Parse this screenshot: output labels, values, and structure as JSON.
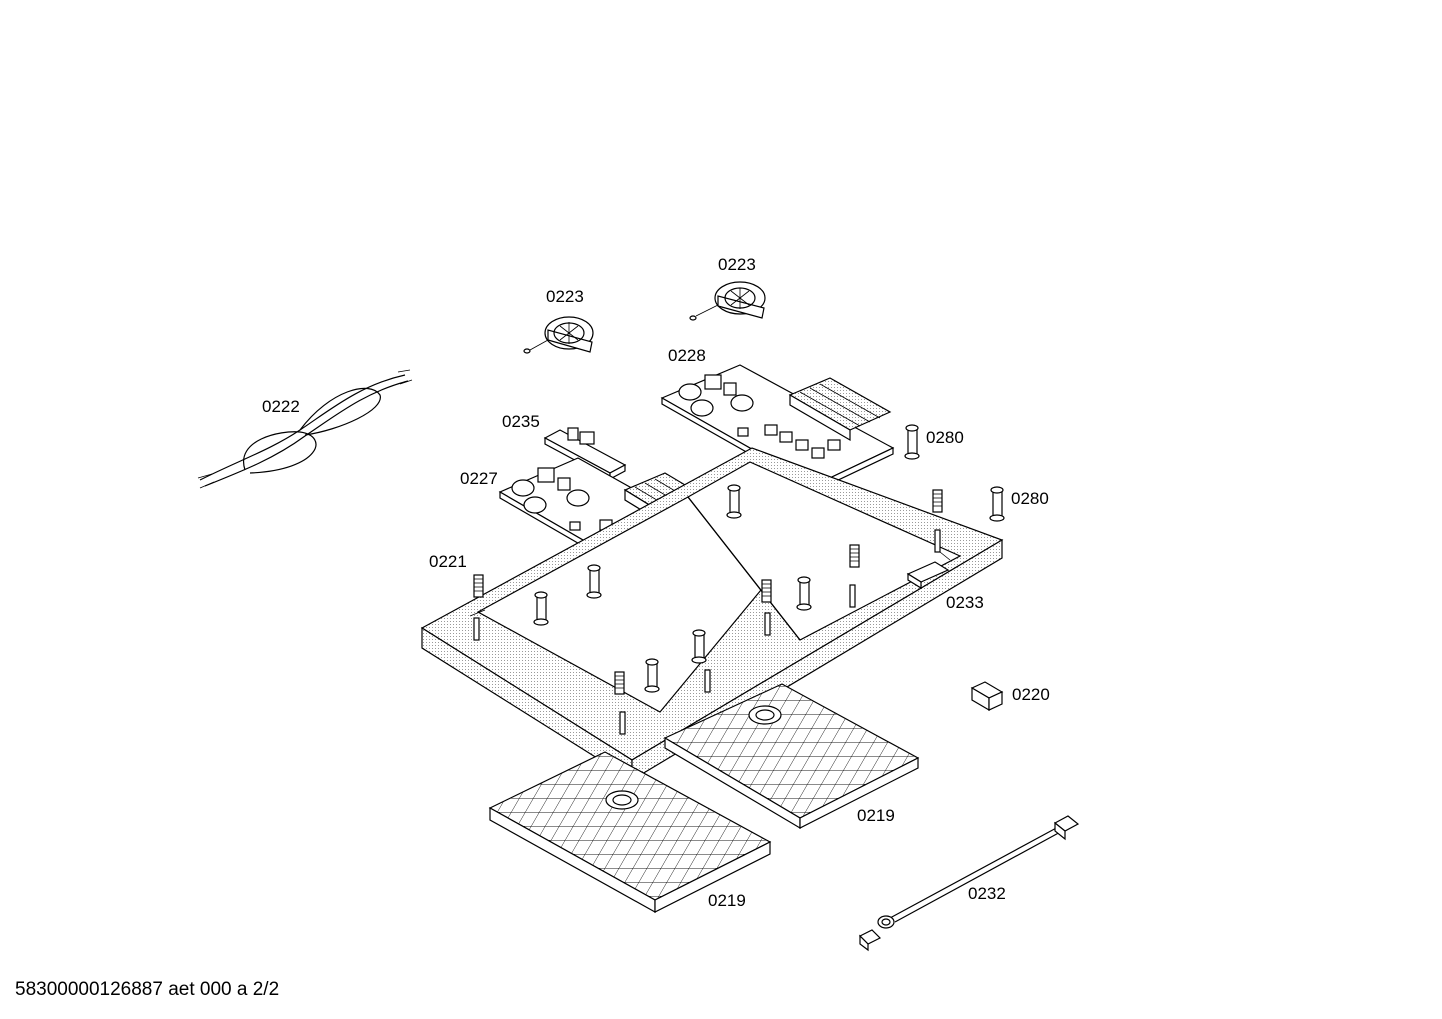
{
  "footer": {
    "doc_code": "58300000126887 aet 000 a 2/2"
  },
  "labels": {
    "fan_left": "0223",
    "fan_right": "0223",
    "module_right": "0228",
    "cable_bundle": "0222",
    "small_board": "0235",
    "module_left": "0227",
    "spring": "0221",
    "foot_top": "0280",
    "foot_side": "0280",
    "frame_bracket": "0233",
    "connector": "0220",
    "tray_right": "0219",
    "tray_left": "0219",
    "cable": "0232"
  },
  "colors": {
    "line": "#000000",
    "background": "#ffffff",
    "shade": "#d8d8d8"
  }
}
